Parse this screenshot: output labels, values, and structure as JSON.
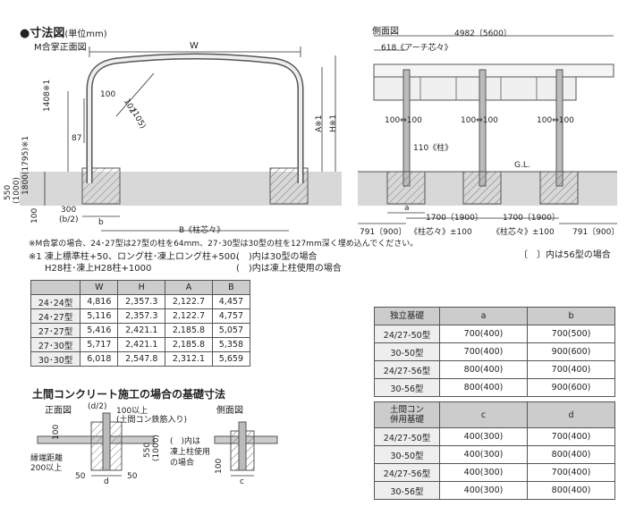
{
  "header": {
    "title": "寸法図",
    "unit": "(単位mm)",
    "front_label": "M合掌正面図",
    "side_label": "側面図"
  },
  "front_dims": {
    "W": "W",
    "d100_top": "100",
    "radius": "102",
    "radius_alt": "(105)",
    "d87": "87",
    "d1408": "1408※1",
    "d1800": "1800(1795)※1",
    "d550": "550",
    "d550_alt": "(1000)",
    "d100_bottom": "100",
    "A": "A※1",
    "H": "H※1",
    "d300": "300",
    "b2": "(b/2)",
    "b": "b",
    "B": "B《柱芯々》"
  },
  "side_dims": {
    "total": "4982〔5600〕",
    "arch": "618《アーチ芯々》",
    "arrows": "100⇔100",
    "pillar": "110《柱》",
    "gl": "G.L.",
    "a": "a",
    "span": "1700〔1900〕",
    "end": "791〔900〕",
    "center": "《柱芯々》±100",
    "legend": "〔　〕内は56型の場合"
  },
  "notes": {
    "n1": "※M合掌の場合、24･27型は27型の柱を64mm、27･30型は30型の柱を127mm深く埋め込んでください。",
    "n2a": "※1 凍上標準柱+50、ロング柱･凍上ロング柱+500、",
    "n2b": "H28柱･凍上H28柱+1000",
    "n3a": "(　)内は30型の場合",
    "n3b": "(　)内は凍上柱使用の場合"
  },
  "spec_table": {
    "headers": [
      "",
      "W",
      "H",
      "A",
      "B"
    ],
    "rows": [
      [
        "24･24型",
        "4,816",
        "2,357.3",
        "2,122.7",
        "4,457"
      ],
      [
        "24･27型",
        "5,116",
        "2,357.3",
        "2,122.7",
        "4,757"
      ],
      [
        "27･27型",
        "5,416",
        "2,421.1",
        "2,185.8",
        "5,057"
      ],
      [
        "27･30型",
        "5,717",
        "2,421.1",
        "2,185.8",
        "5,358"
      ],
      [
        "30･30型",
        "6,018",
        "2,547.8",
        "2,312.1",
        "5,659"
      ]
    ]
  },
  "foundation_table1": {
    "headers": [
      "独立基礎",
      "a",
      "b"
    ],
    "rows": [
      [
        "24/27-50型",
        "700(400)",
        "700(500)"
      ],
      [
        "30-50型",
        "700(400)",
        "900(600)"
      ],
      [
        "24/27-56型",
        "800(400)",
        "700(400)"
      ],
      [
        "30-56型",
        "800(400)",
        "900(600)"
      ]
    ]
  },
  "foundation_table2": {
    "header_line1": "土間コン",
    "header_line2": "併用基礎",
    "headers": [
      "c",
      "d"
    ],
    "rows": [
      [
        "24/27-50型",
        "400(300)",
        "700(400)"
      ],
      [
        "30-50型",
        "400(300)",
        "800(400)"
      ],
      [
        "24/27-56型",
        "400(300)",
        "700(400)"
      ],
      [
        "30-56型",
        "400(300)",
        "800(400)"
      ]
    ]
  },
  "concrete": {
    "title": "土間コンクリート施工の場合の基礎寸法",
    "front": "正面図",
    "side": "側面図",
    "d2": "(d/2)",
    "l100": "100以上",
    "rebar": "(土間コン鉄筋入り)",
    "d100": "100",
    "d550": "550",
    "d1000": "(1000)",
    "frost1": "(　)内は",
    "frost2": "凍上柱使用",
    "frost3": "の場合",
    "joint1": "縁端距離",
    "joint2": "200以上",
    "d50": "50",
    "d": "d",
    "c": "c",
    "d100b": "100"
  }
}
